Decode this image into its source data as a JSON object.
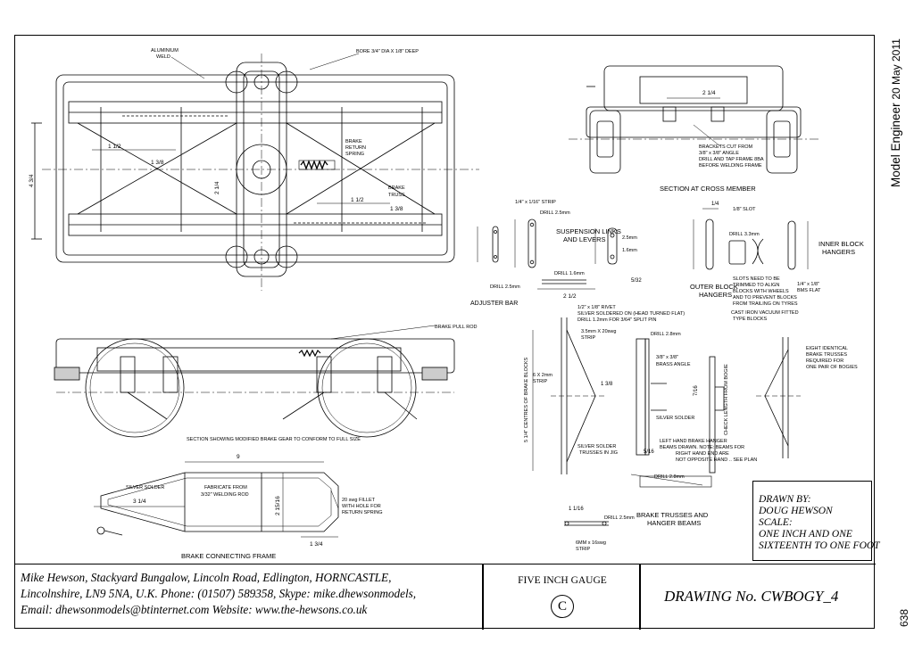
{
  "publication": {
    "name": "Model Engineer",
    "date": "20 May 2011",
    "page_number": "638"
  },
  "title_block": {
    "contact_lines": [
      "Mike Hewson, Stackyard Bungalow, Lincoln Road, Edlington, HORNCASTLE,",
      "Lincolnshire, LN9 5NA, U.K. Phone: (01507) 589358, Skype: mike.dhewsonmodels,",
      "Email: dhewsonmodels@btinternet.com Website: www.the-hewsons.co.uk"
    ],
    "gauge": "FIVE INCH GAUGE",
    "gauge_badge": "C",
    "drawing_number": "DRAWING No. CWBOGY_4",
    "drawn_by_lines": [
      "DRAWN BY:",
      "DOUG HEWSON",
      "SCALE:",
      "ONE INCH AND ONE",
      "SIXTEENTH TO ONE FOOT"
    ]
  },
  "labels": {
    "aluminium_weld": "ALUMINIUM",
    "weld": "WELD",
    "bore": "BORE 3/4\" DIA X 1/8\" DEEP",
    "brake_return_spring_1": "BRAKE",
    "brake_return_spring_2": "RETURN",
    "brake_return_spring_3": "SPRING",
    "brake_truss_1": "BRAKE",
    "brake_truss_2": "TRUSS",
    "dim_1_half_a": "1 1/2",
    "dim_1_3_8_a": "1 3/8",
    "dim_4_3_4": "4 3/4",
    "dim_2_1_4_plan": "2 1/4",
    "dim_1_half_b": "1 1/2",
    "dim_1_3_8_b": "1 3/8",
    "section_cross": "SECTION AT CROSS MEMBER",
    "dim_2_1_4_cross": "2 1/4",
    "brackets_1": "BRACKETS CUT FROM",
    "brackets_2": "3/8\" x 3/8\" ANGLE",
    "brackets_3": "DRILL AND TAP FRAME 8BA",
    "brackets_4": "BEFORE WELDING FRAME",
    "strip": "1/4\" x 1/16\" STRIP",
    "drill_2_5": "DRILL 2.5mm",
    "suspension_1": "SUSPENSION LINKS",
    "suspension_2": "AND LEVERS",
    "dim_2_5mm": "2.5mm",
    "dim_1_6mm": "1.6mm",
    "drill_1_6": "DRILL 1.6mm",
    "drill_2_5_b": "DRILL 2.5mm",
    "dim_2_1_2": "2 1/2",
    "dim_5_32": "5/32",
    "adjuster_bar": "ADJUSTER BAR",
    "dim_1_4": "1/4",
    "slot": "1/8\" SLOT",
    "drill_3_3": "DRILL 3.3mm",
    "inner_block_1": "INNER BLOCK",
    "inner_block_2": "HANGERS",
    "outer_block_1": "OUTER BLOCK",
    "outer_block_2": "HANGERS",
    "slots_1": "SLOTS NEED TO BE",
    "slots_2": "TRIMMED TO ALIGN",
    "slots_3": "BLOCKS WITH WHEELS",
    "slots_4": "AND TO PREVENT BLOCKS",
    "slots_5": "FROM TRAILING ON TYRES",
    "bms_1": "1/4\" x 1/8\"",
    "bms_2": "BMS FLAT",
    "cast_iron_1": "CAST IRON VACUUM FITTED",
    "cast_iron_2": "TYPE BLOCKS",
    "brake_pull_rod": "BRAKE PULL ROD",
    "section_brake_gear": "SECTION SHOWING MODIFIED BRAKE GEAR TO CONFORM TO FULL SIZE",
    "rivet_1": "1/2\" x 1/8\" RIVET",
    "rivet_2": "SILVER SOLDERED ON   (HEAD TURNED FLAT)",
    "rivet_3": "DRILL 1.2mm FOR 3/64\" SPLIT PIN",
    "strip_20swg_1": "3.5mm X 20swg",
    "strip_20swg_2": "STRIP",
    "drill_2_8": "DRILL 2.8mm",
    "brass_angle_1": "3/8\" x 3/8\"",
    "brass_angle_2": "BRASS ANGLE",
    "strip_6x2_1": "6 X 2mm",
    "strip_6x2_2": "STRIP",
    "centres_brake_blocks": "5 1/4\" CENTRES OF BRAKE BLOCKS",
    "dim_1_3_8_truss": "1 3/8",
    "silver_solder": "SILVER SOLDER",
    "check_length": "CHECK LENGTH FROM BOGIE",
    "eight_identical_1": "EIGHT IDENTICAL",
    "eight_identical_2": "BRAKE TRUSSES",
    "eight_identical_3": "REQUIRED FOR",
    "eight_identical_4": "ONE PAIR OF BOGIES",
    "silver_solder_trusses_1": "SILVER SOLDER",
    "silver_solder_trusses_2": "TRUSSES IN JIG",
    "left_hand_1": "LEFT HAND BRAKE HANGER",
    "left_hand_2": "BEAMS DRAWN. NOTE: BEAMS FOR",
    "left_hand_3": "RIGHT HAND END ARE",
    "left_hand_4": "NOT OPPOSITE HAND .. SEE PLAN",
    "dim_5_16": "5/16",
    "drill_2_8_b": "DRILL 2.8mm",
    "dim_7_16": "7/16",
    "dim_9": "9",
    "silver_solder_frame": "SILVER SOLDER",
    "fabricate_1": "FABRICATE FROM",
    "fabricate_2": "3/32\" WELDING ROD",
    "dim_3_1_4": "3 1/4",
    "dim_2_15_16": "2 15/16",
    "fillet_1": "20 swg FILLET",
    "fillet_2": "WITH HOLE FOR",
    "fillet_3": "RETURN SPRING",
    "dim_1_3_4_frame": "1 3/4",
    "brake_connecting_frame": "BRAKE CONNECTING FRAME",
    "dim_1_1_16": "1 1/16",
    "drill_2_5_c": "DRILL 2.5mm",
    "brake_trusses_1": "BRAKE TRUSSES AND",
    "brake_trusses_2": "HANGER BEAMS",
    "strip_16swg_1": "6MM x 16swg",
    "strip_16swg_2": "STRIP"
  }
}
